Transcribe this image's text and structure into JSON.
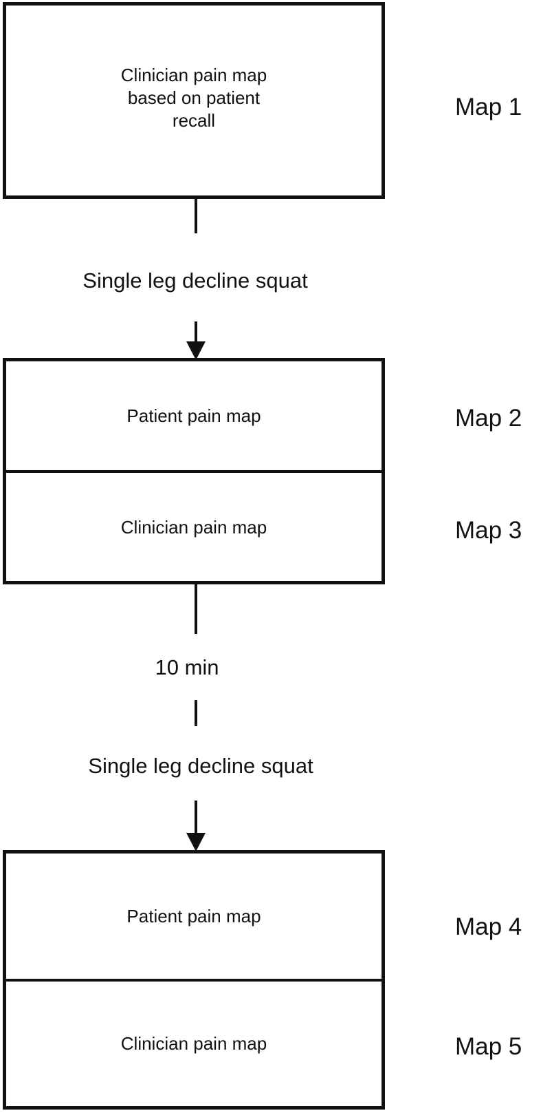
{
  "steps": {
    "box1": {
      "text": "Clinician pain map\nbased on patient\nrecall",
      "label": "Map 1"
    },
    "arrow1_label": "Single leg decline squat",
    "box2": {
      "top": {
        "text": "Patient pain map",
        "label": "Map 2"
      },
      "bottom": {
        "text": "Clinician pain map",
        "label": "Map 3"
      }
    },
    "wait_label": "10 min",
    "arrow2_label": "Single leg decline squat",
    "box3": {
      "top": {
        "text": "Patient pain map",
        "label": "Map 4"
      },
      "bottom": {
        "text": "Clinician pain map",
        "label": "Map 5"
      }
    }
  }
}
